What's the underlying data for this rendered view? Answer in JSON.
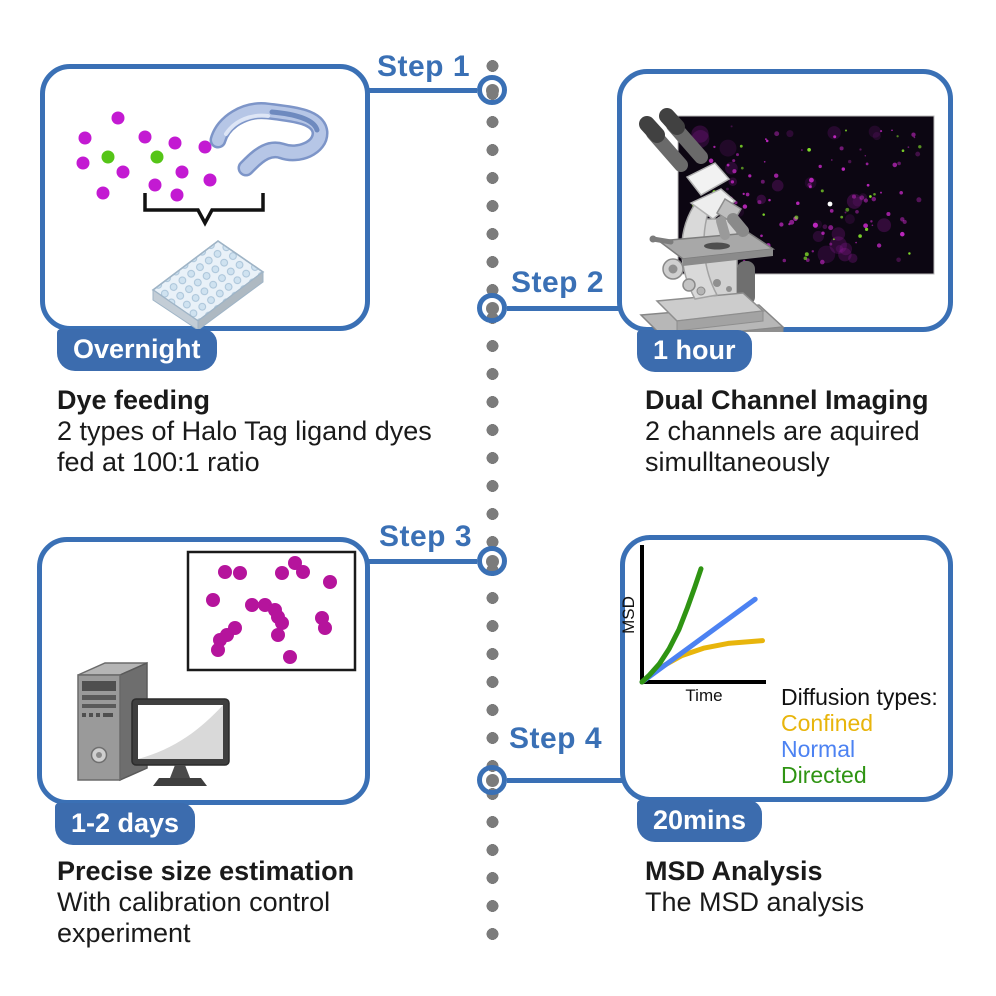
{
  "figure": {
    "type": "experimental workflow timeline",
    "steps": [
      {
        "label": "Step 1",
        "duration": "Overnight",
        "title": "Dye feeding",
        "desc": [
          "2 types of Halo Tag ligand dyes",
          "fed at 100:1 ratio"
        ],
        "illustration": "magenta and green dye dots fed to C. elegans worm over a 96-well plate"
      },
      {
        "label": "Step 2",
        "duration": "1 hour",
        "title": "Dual Channel Imaging",
        "desc": [
          "2 channels are aquired",
          "simulltaneously"
        ],
        "illustration": "microscope in front of dark dual-channel fluorescence image with magenta and green spots"
      },
      {
        "label": "Step 3",
        "duration": "1-2 days",
        "title": "Precise size estimation",
        "desc": [
          "With calibration control",
          "experiment"
        ],
        "illustration": "desktop computer and framed image of clustered magenta particles"
      },
      {
        "label": "Step 4",
        "duration": "20mins",
        "title": "MSD Analysis",
        "desc": [
          "The MSD analysis"
        ],
        "illustration": "MSD vs Time plot with three diffusion curves"
      }
    ]
  },
  "chart_data": {
    "type": "line",
    "title": "",
    "xlabel": "Time",
    "ylabel": "MSD",
    "axis_ticks": "none",
    "legend_position": "right of x-axis",
    "legend_title": "Diffusion types:",
    "series": [
      {
        "name": "Confined",
        "color": "#e8b50c",
        "points": [
          [
            0,
            0
          ],
          [
            0.07,
            0.05
          ],
          [
            0.18,
            0.12
          ],
          [
            0.32,
            0.19
          ],
          [
            0.5,
            0.245
          ],
          [
            0.7,
            0.28
          ],
          [
            0.98,
            0.3
          ]
        ]
      },
      {
        "name": "Normal",
        "color": "#4c82f2",
        "points": [
          [
            0,
            0
          ],
          [
            0.92,
            0.6
          ]
        ]
      },
      {
        "name": "Directed",
        "color": "#2f9413",
        "points": [
          [
            0,
            0
          ],
          [
            0.06,
            0.05
          ],
          [
            0.14,
            0.13
          ],
          [
            0.22,
            0.24
          ],
          [
            0.3,
            0.38
          ],
          [
            0.37,
            0.54
          ],
          [
            0.43,
            0.69
          ],
          [
            0.48,
            0.82
          ]
        ]
      }
    ]
  },
  "colors": {
    "accent_blue": "#3a70b5",
    "badge_blue": "#3c6cae",
    "timeline_dot_gray": "#7b7b7b",
    "body_text": "#1a1a1a",
    "dye_dot_magenta": "#c31ad2",
    "dye_dot_green": "#55c517",
    "particle_dot_magenta": "#b5149c",
    "fluorescence_magenta": "#d42bd4",
    "fluorescence_green": "#86e62c",
    "confined_yellow": "#e8b50c",
    "normal_blue": "#4c82f2",
    "directed_green": "#2f9413"
  }
}
